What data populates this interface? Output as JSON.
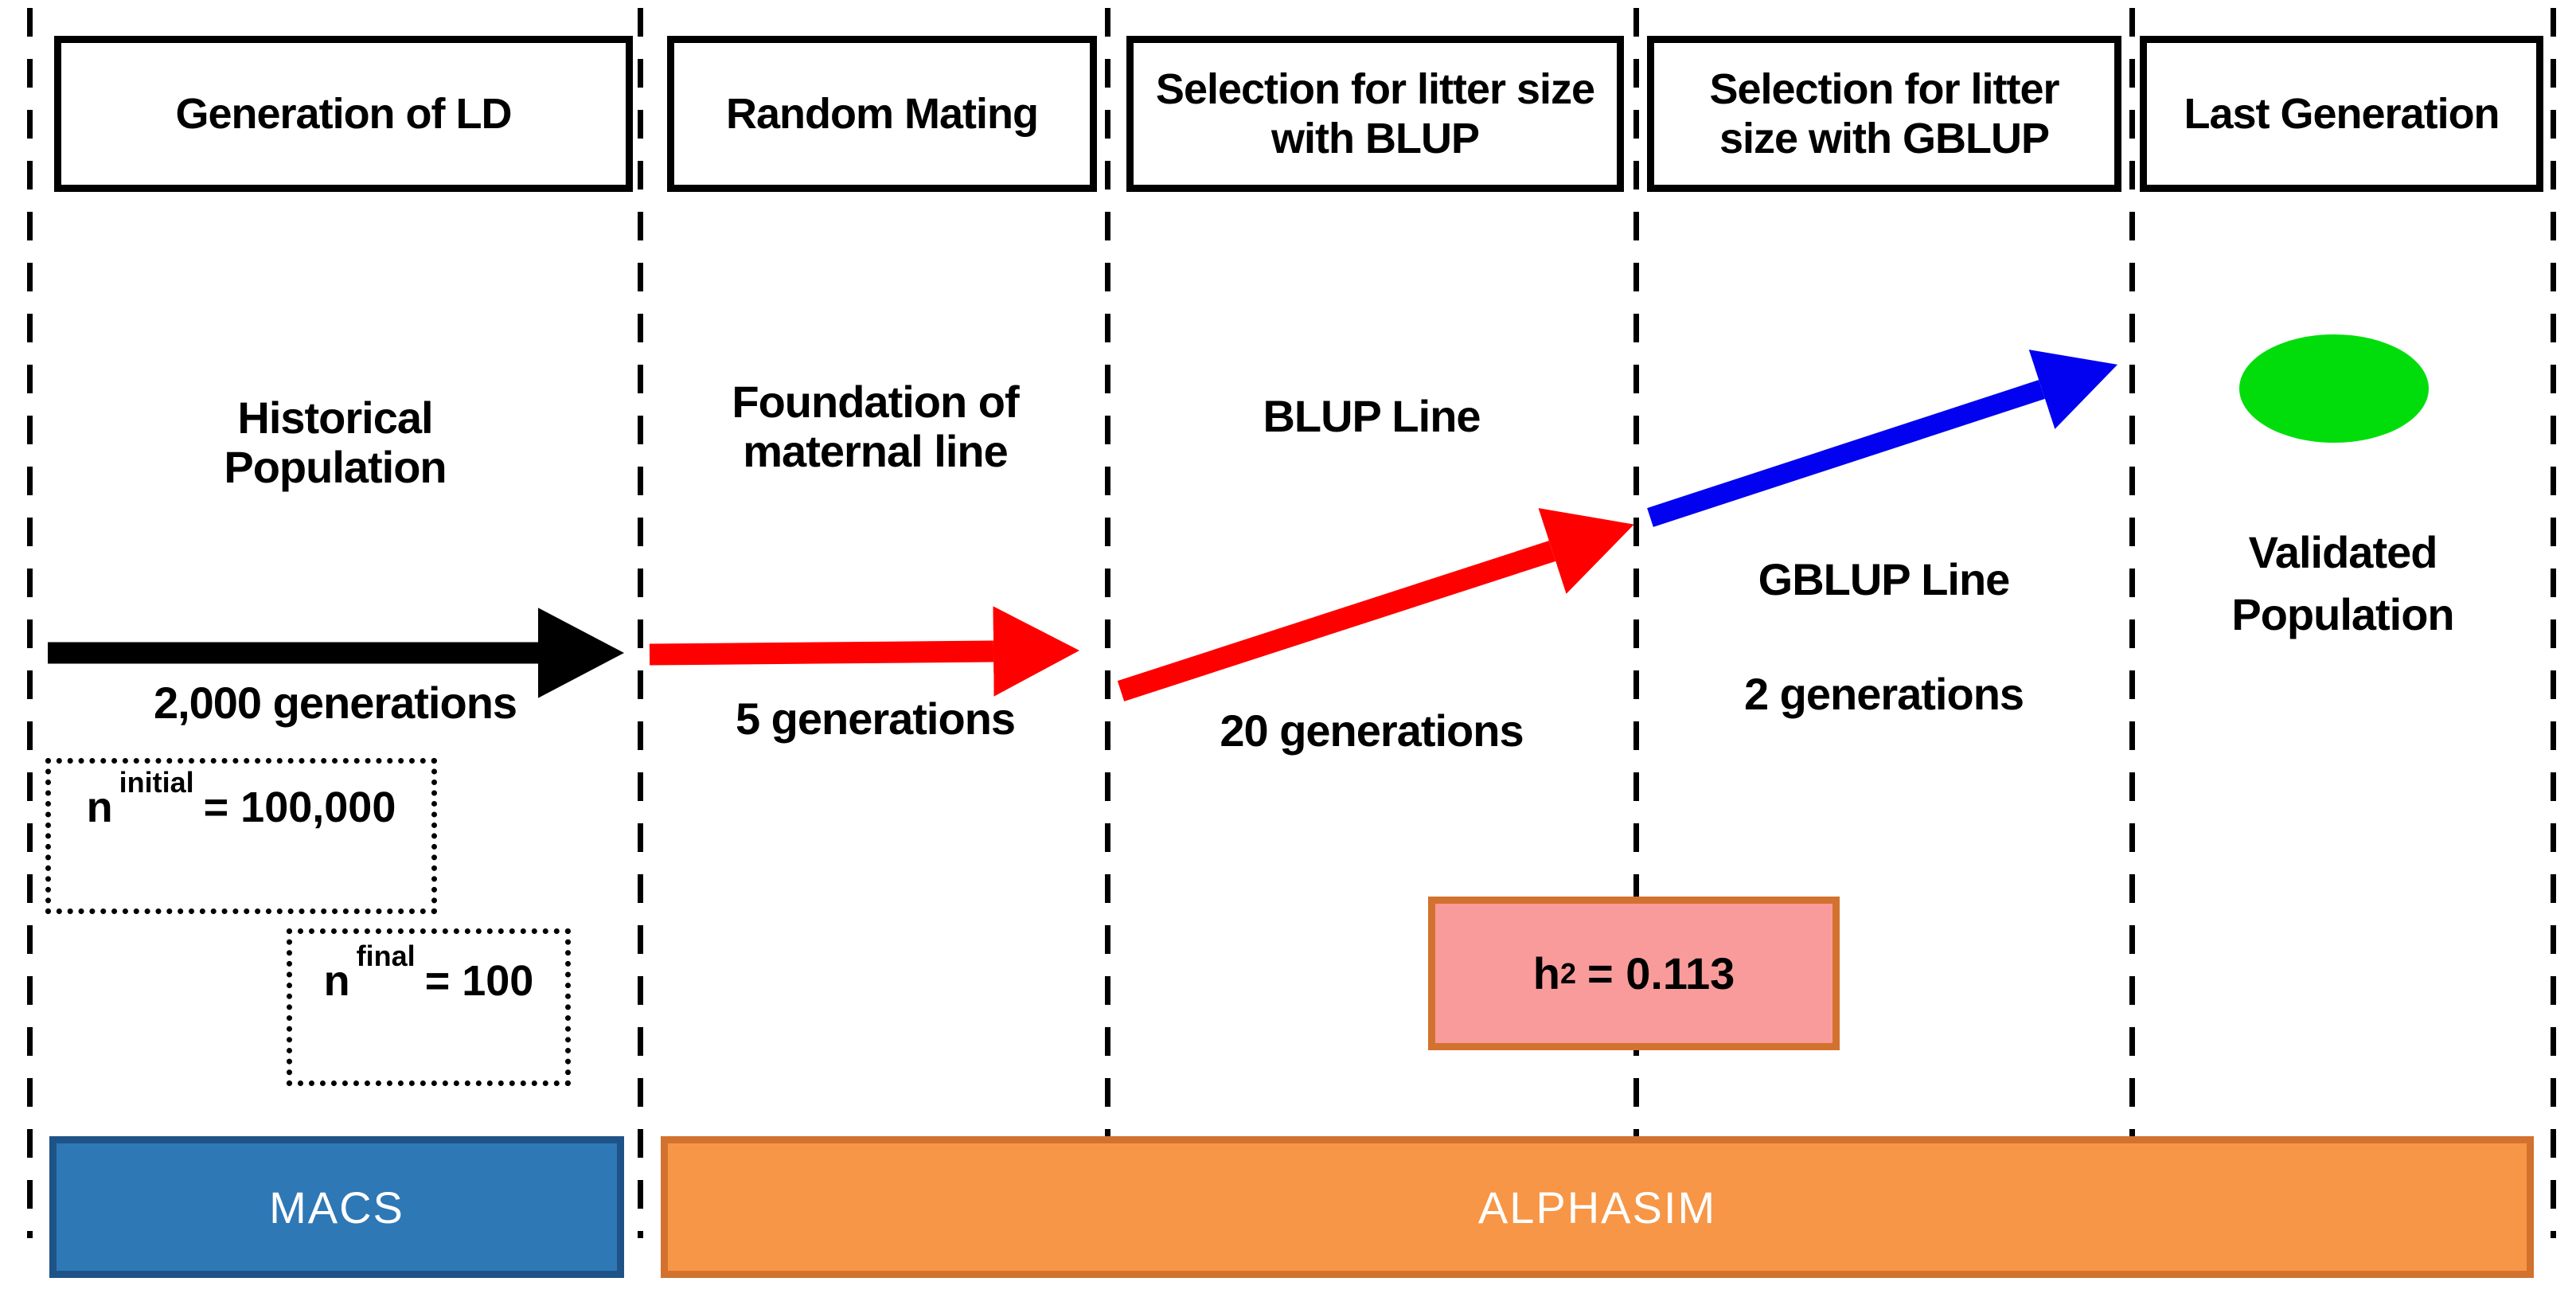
{
  "palette": {
    "arrow_black": "#000000",
    "arrow_red": "#FF0000",
    "arrow_blue": "#0202F0",
    "ellipse_green": "#00DD0B",
    "macs_fill": "#2E78B6",
    "macs_border": "#1F5388",
    "alphasim_fill": "#F79646",
    "alphasim_border": "#D2722E",
    "h2_fill": "#F99B9B",
    "h2_border": "#D2722E",
    "bar_text": "#FFFFFF"
  },
  "phases": [
    {
      "header": "Generation of LD",
      "title_lines": [
        "Historical",
        "Population"
      ],
      "duration": "2,000 generations"
    },
    {
      "header": "Random Mating",
      "title_lines": [
        "Foundation of",
        "maternal line"
      ],
      "duration": "5 generations"
    },
    {
      "header": "Selection for litter size with BLUP",
      "title_lines": [
        "BLUP Line"
      ],
      "duration": "20 generations"
    },
    {
      "header": "Selection for litter size with GBLUP",
      "title_lines": [
        "GBLUP Line"
      ],
      "duration": "2 generations"
    },
    {
      "header": "Last Generation",
      "title_lines": [
        "Validated",
        "Population"
      ],
      "duration": ""
    }
  ],
  "population_notes": {
    "initial": {
      "base": "n",
      "sub": "initial",
      "value": "= 100,000"
    },
    "final": {
      "base": "n",
      "sub": "final",
      "value": "= 100"
    }
  },
  "heritability": {
    "base": "h",
    "sup": "2",
    "value": "= 0.113"
  },
  "software_bars": {
    "macs": "MACS",
    "alphasim": "ALPHASIM"
  }
}
